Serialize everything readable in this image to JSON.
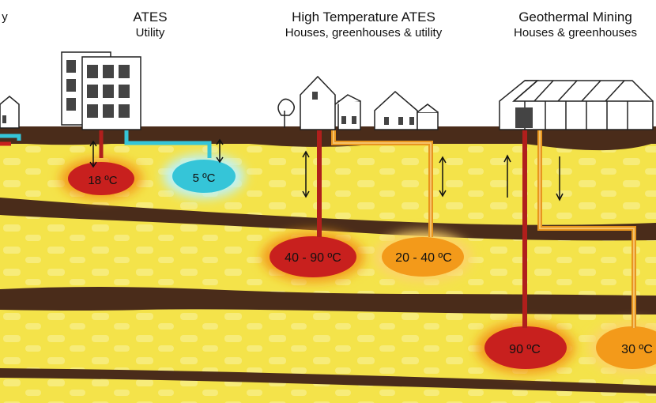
{
  "columns": [
    {
      "title": "",
      "subtitle": "y"
    },
    {
      "title": "ATES",
      "subtitle": "Utility"
    },
    {
      "title": "High Temperature ATES",
      "subtitle": "Houses, greenhouses & utility"
    },
    {
      "title": "Geothermal Mining",
      "subtitle": "Houses & greenhouses"
    }
  ],
  "reservoirs": [
    {
      "label": "18 ºC",
      "color": "#c8201e"
    },
    {
      "label": "5 ºC",
      "color": "#35c5d8"
    },
    {
      "label": "40 - 90 ºC",
      "color": "#c8201e"
    },
    {
      "label": "20 - 40 ºC",
      "color": "#f39a1a"
    },
    {
      "label": "90 ºC",
      "color": "#c8201e"
    },
    {
      "label": "30 ºC",
      "color": "#f39a1a"
    }
  ],
  "colors": {
    "soil": "#f4e34a",
    "clay": "#4a2c1a",
    "hot_pipe": "#b01f1c",
    "warm_pipe": "#e8951e",
    "cold_pipe": "#35c5d8"
  }
}
